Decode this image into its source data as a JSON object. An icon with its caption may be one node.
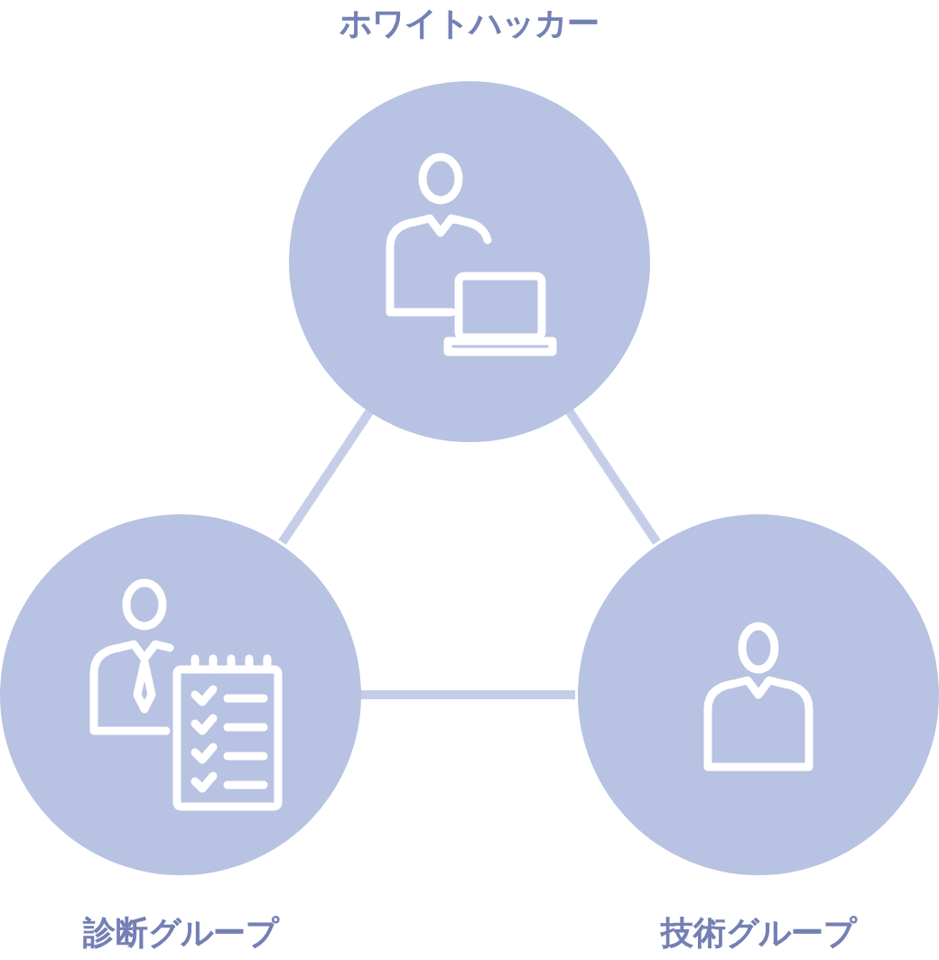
{
  "diagram": {
    "nodes": [
      {
        "text": [
          "ホワイトハッカー"
        ]
      },
      {
        "text": [
          "診断グループ"
        ]
      },
      {
        "text": [
          "技術グループ"
        ]
      }
    ],
    "edges": [
      {
        "from": 0,
        "to": 1,
        "arrow": "none"
      },
      {
        "from": 0,
        "to": 2,
        "arrow": "none"
      },
      {
        "from": 1,
        "to": 2,
        "arrow": "none"
      }
    ]
  }
}
